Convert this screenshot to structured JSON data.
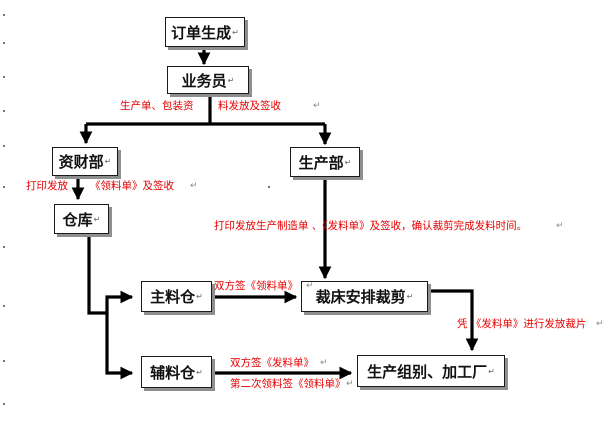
{
  "return_mark": "↵",
  "nodes": {
    "order": "订单生成",
    "sales": "业务员",
    "finance": "资财部",
    "production": "生产部",
    "warehouse": "仓库",
    "main_material": "主料仓",
    "cutting": "裁床安排裁剪",
    "aux_material": "辅料仓",
    "assembly": "生产组别、加工厂"
  },
  "notes": {
    "sales_note_a": "生产单、包装资",
    "sales_note_b": "料发放及签收",
    "finance_note_a": "打印发放",
    "finance_note_b": "《领料单》及签收",
    "production_note": "打印发放生产制造单 、《发料单》及签收，确认裁剪完成发料时间。",
    "main_note": "双方签《领料单》",
    "cutting_note": "凭 《发料单》进行发放裁片",
    "aux_note_a": "双方签《发料单》",
    "aux_note_b": "第二次领料签《领料单》"
  },
  "colors": {
    "note_red": "#e60000",
    "line": "#000000"
  }
}
